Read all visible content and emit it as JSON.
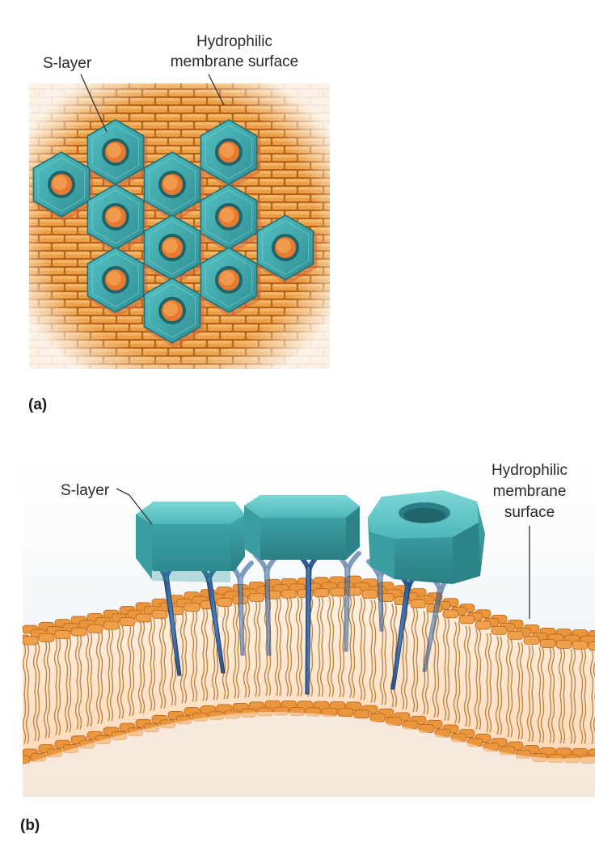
{
  "panel_a": {
    "tag": "(a)",
    "s_layer_label": "S-layer",
    "membrane_label_1": "Hydrophilic",
    "membrane_label_2": "membrane surface"
  },
  "panel_b": {
    "tag": "(b)",
    "s_layer_label": "S-layer",
    "membrane_label_1": "Hydrophilic",
    "membrane_label_2": "membrane",
    "membrane_label_3": "surface"
  },
  "colors": {
    "brick": "#e99a3c",
    "brick_edge": "#b9621b",
    "slayer_teal": "#3aa7a9",
    "slayer_dark": "#236f73",
    "anchor_blue": "#2f5d93",
    "tail_line": "#b77a35"
  }
}
